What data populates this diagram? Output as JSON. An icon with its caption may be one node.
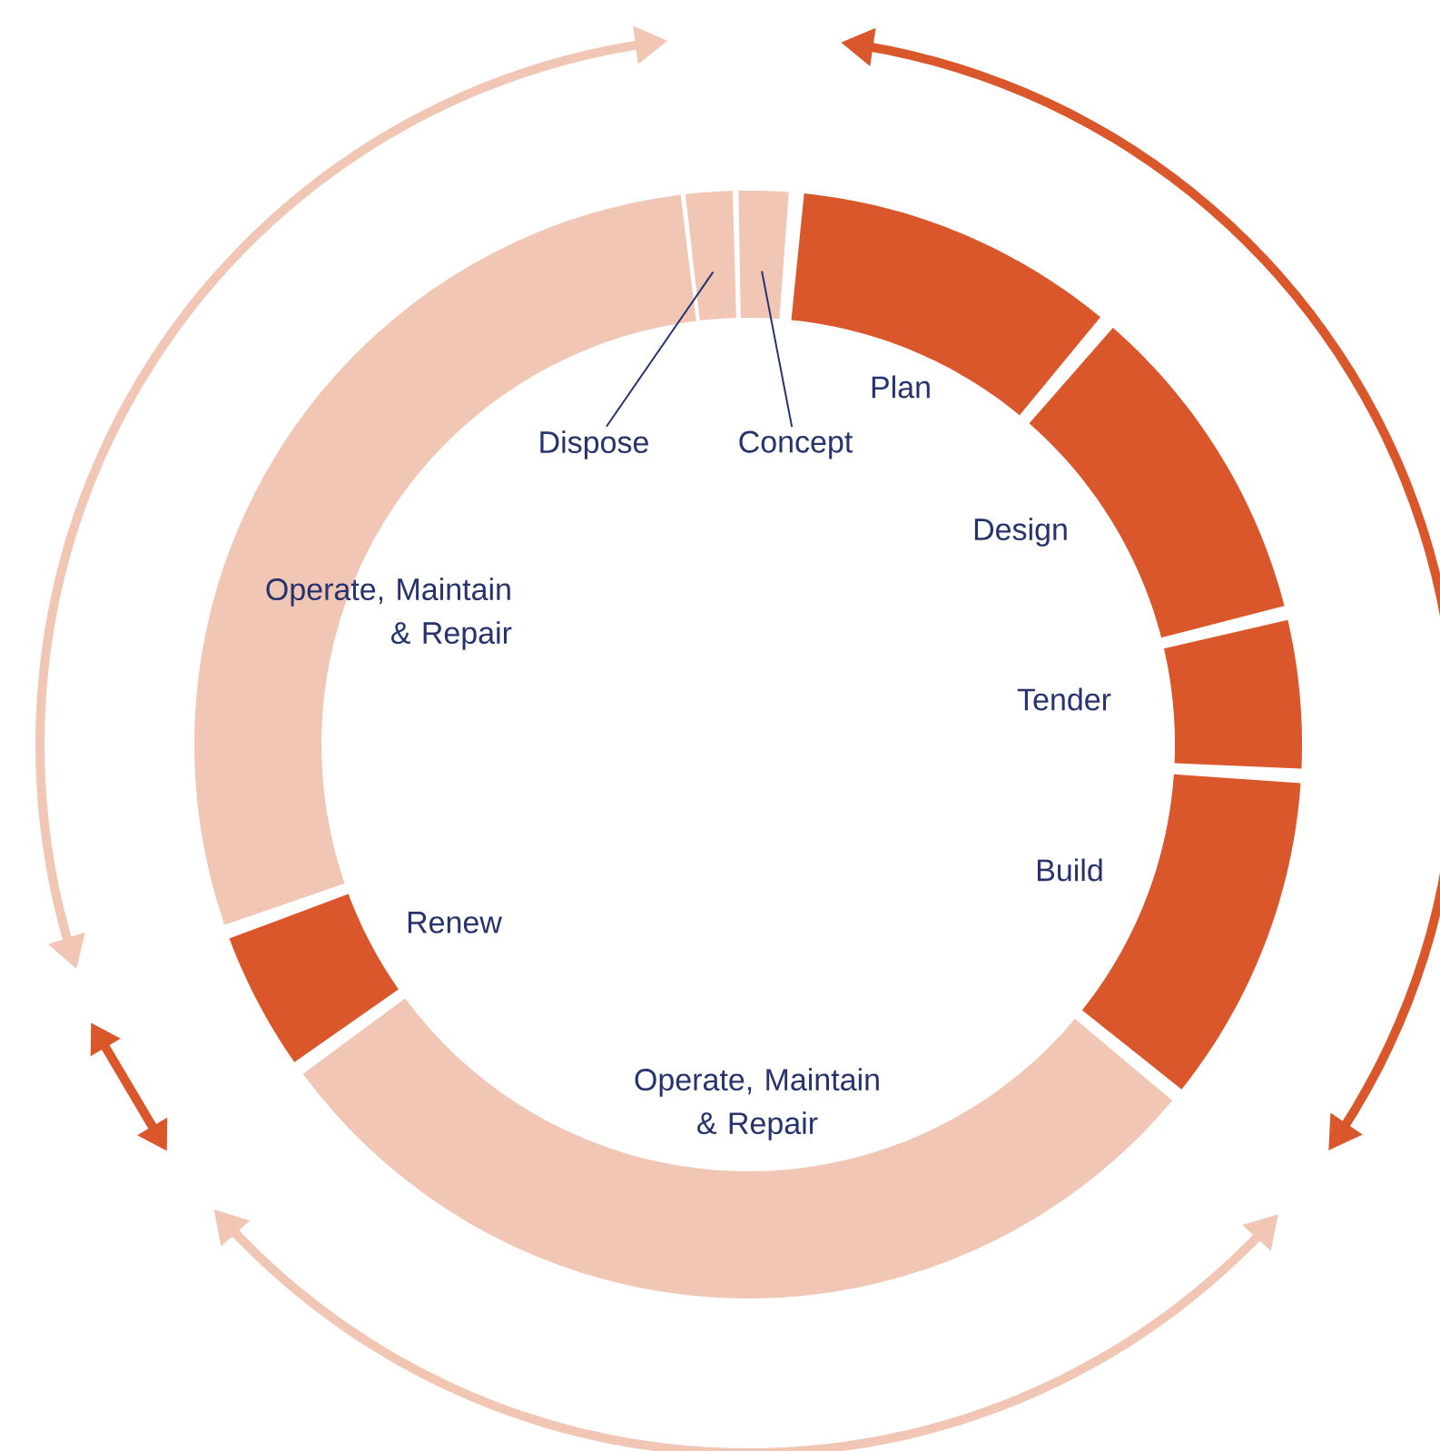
{
  "diagram": {
    "nodes": [
      {
        "text": [
          "Dispose"
        ]
      },
      {
        "text": [
          "Concept"
        ]
      },
      {
        "text": [],
        "shape": "bar"
      },
      {
        "text": [],
        "shape": "bar"
      },
      {
        "text": [
          "Plan"
        ]
      },
      {
        "text": [
          "Design"
        ]
      },
      {
        "text": [
          "Tender"
        ]
      },
      {
        "text": [
          "Build"
        ]
      },
      {
        "text": [
          "Operate, Maintain & Repair"
        ]
      },
      {
        "text": [
          "Renew"
        ]
      },
      {
        "text": [
          "Operate, Maintain & Repair"
        ]
      }
    ],
    "edges": [
      {
        "from": 0,
        "to": 2,
        "arrow": "none"
      },
      {
        "from": 1,
        "to": 3,
        "arrow": "none"
      }
    ]
  }
}
